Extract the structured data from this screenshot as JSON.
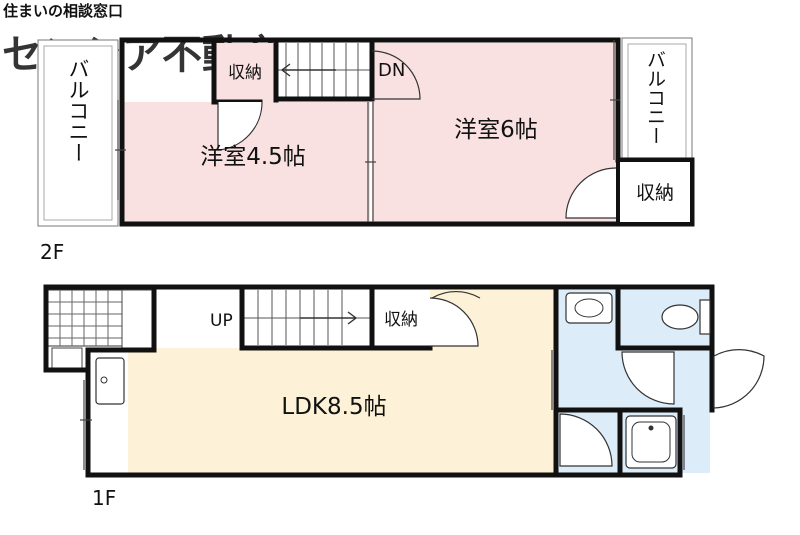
{
  "watermark": {
    "tagline": "住まいの相談窓口",
    "brand": "センシア不動産"
  },
  "colors": {
    "wall": "#111111",
    "bedroom_floor": "#f9e1e1",
    "ldk_floor": "#fdf1d7",
    "wet_floor": "#dcecf8",
    "watermark": "#9a9a9a"
  },
  "floor2": {
    "level_label": "2F",
    "room_west": "洋室4.5帖",
    "room_east": "洋室6帖",
    "closet_west": "収納",
    "closet_east": "収納",
    "stairs": "DN",
    "balcony_west": "バルコニー",
    "balcony_east": "バルコニー"
  },
  "floor1": {
    "level_label": "1F",
    "ldk": "LDK8.5帖",
    "closet": "収納",
    "stairs": "UP"
  }
}
